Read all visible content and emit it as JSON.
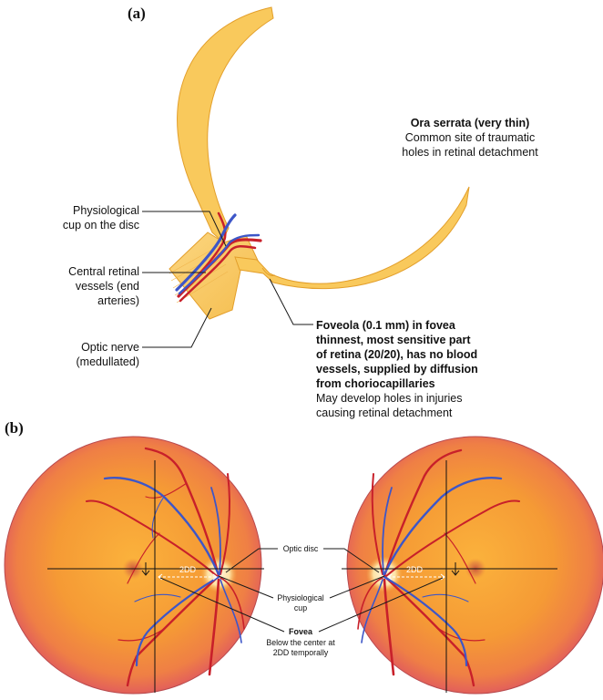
{
  "panels": {
    "a": "(a)",
    "b": "(b)"
  },
  "panel_a": {
    "ora_serrata_title": "Ora serrata (very thin)",
    "ora_serrata_desc_1": "Common site of traumatic",
    "ora_serrata_desc_2": "holes in retinal detachment",
    "cup_1": "Physiological",
    "cup_2": "cup on the disc",
    "vessels_1": "Central retinal",
    "vessels_2": "vessels (end",
    "vessels_3": "arteries)",
    "nerve_1": "Optic nerve",
    "nerve_2": "(medullated)",
    "foveola_1": "Foveola (0.1 mm) in fovea",
    "foveola_2": "thinnest, most sensitive part",
    "foveola_3": "of retina (20/20), has no blood",
    "foveola_4": "vessels, supplied by diffusion",
    "foveola_5": "from choriocapillaries",
    "foveola_6": "May develop holes in injuries",
    "foveola_7": "causing retinal detachment"
  },
  "panel_b": {
    "optic_disc": "Optic disc",
    "cup_1": "Physiological",
    "cup_2": "cup",
    "fovea": "Fovea",
    "fovea_desc_1": "Below the center at",
    "fovea_desc_2": "2DD temporally",
    "dd_left": "2DD",
    "dd_right": "2DD"
  },
  "colors": {
    "retina_fill": "#f9c95c",
    "retina_stroke": "#e39f2b",
    "artery": "#c8202a",
    "vein": "#3d56c8",
    "fundus_center": "#fbb03b",
    "fundus_edge": "#e0605a"
  }
}
